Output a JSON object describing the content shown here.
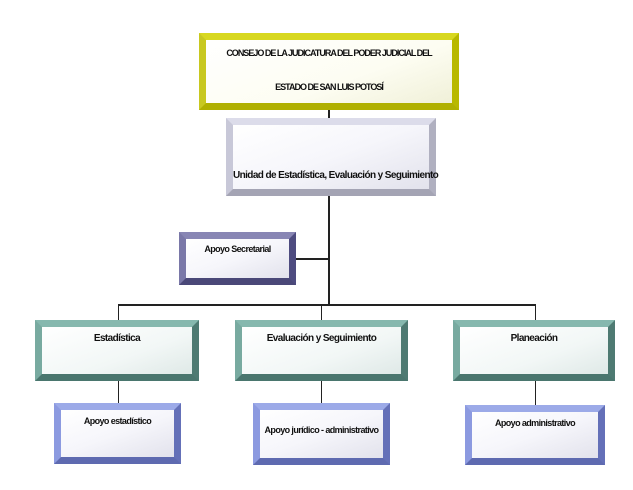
{
  "top": {
    "line1": "CONSEJO DE LA JUDICATURA DEL PODER JUDICIAL DEL",
    "line2": "ESTADO DE SAN LUIS POTOSÍ"
  },
  "unit": {
    "label": "Unidad de Estadística, Evaluación y Seguimiento"
  },
  "staff": {
    "label": "Apoyo Secretarial"
  },
  "departments": [
    {
      "label": "Estadística",
      "support": "Apoyo estadístico"
    },
    {
      "label": "Evaluación y Seguimiento",
      "support": "Apoyo jurídico - administrativo"
    },
    {
      "label": "Planeación",
      "support": "Apoyo administrativo"
    }
  ]
}
